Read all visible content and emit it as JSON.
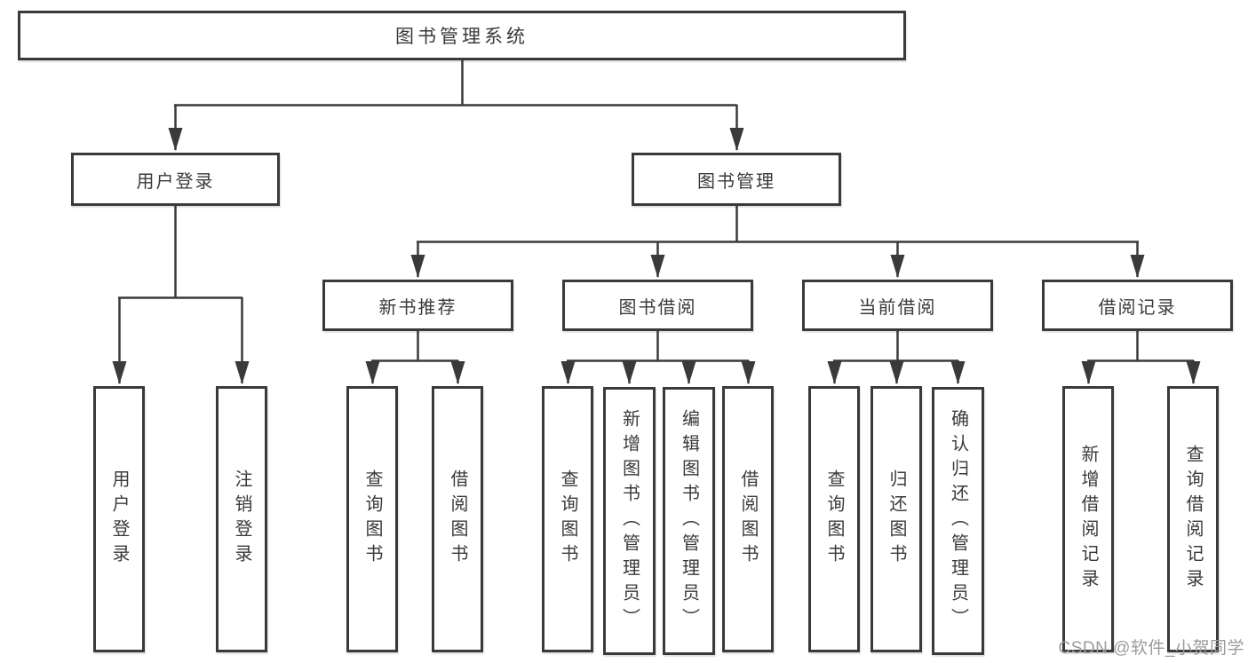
{
  "tree": {
    "label": "图书管理系统",
    "children": [
      {
        "label": "用户登录",
        "children": [
          {
            "label": "用户登录"
          },
          {
            "label": "注销登录"
          }
        ]
      },
      {
        "label": "图书管理",
        "children": [
          {
            "label": "新书推荐",
            "children": [
              {
                "label": "查询图书"
              },
              {
                "label": "借阅图书"
              }
            ]
          },
          {
            "label": "图书借阅",
            "children": [
              {
                "label": "查询图书"
              },
              {
                "label": "新增图书（管理员）"
              },
              {
                "label": "编辑图书（管理员）"
              },
              {
                "label": "借阅图书"
              }
            ]
          },
          {
            "label": "当前借阅",
            "children": [
              {
                "label": "查询图书"
              },
              {
                "label": "归还图书"
              },
              {
                "label": "确认归还（管理员）"
              }
            ]
          },
          {
            "label": "借阅记录",
            "children": [
              {
                "label": "新增借阅记录"
              },
              {
                "label": "查询借阅记录"
              }
            ]
          }
        ]
      }
    ]
  },
  "watermark": {
    "text": "CSDN @软件_小贺同学"
  },
  "colors": {
    "line": "#3a3a3a",
    "text": "#3a3a3a",
    "wm": "#9b9b9b",
    "bg": "#ffffff"
  }
}
